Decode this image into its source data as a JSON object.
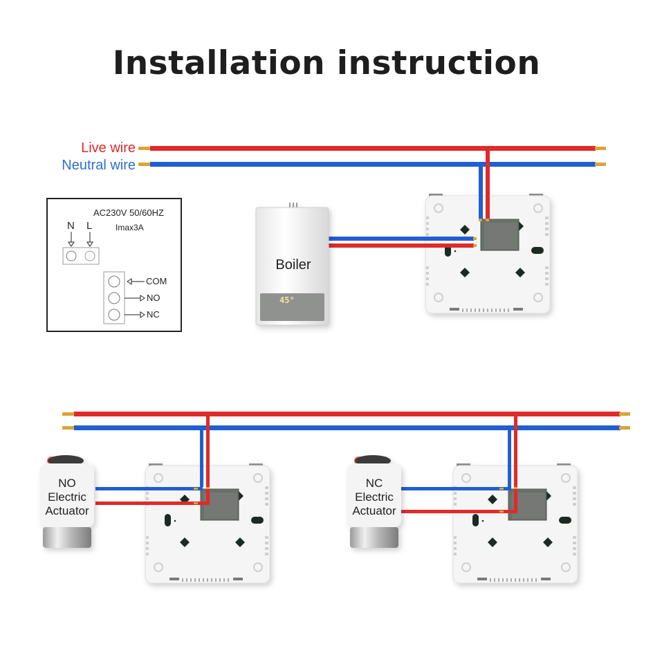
{
  "title": "Installation instruction",
  "wires": {
    "live_label": "Live wire",
    "neutral_label": "Neutral wire",
    "live_color": "#e02a2a",
    "neutral_color": "#1f5fd0",
    "terminal_color": "#d9a53a"
  },
  "spec_panel": {
    "rating": "AC230V 50/60HZ",
    "current": "Imax3A",
    "power_terminals": [
      "N",
      "L"
    ],
    "relay_terminals": [
      "COM",
      "NO",
      "NC"
    ]
  },
  "boiler": {
    "label": "Boiler",
    "display_value": "45°"
  },
  "actuators": [
    {
      "type": "NO",
      "line1": "NO",
      "line2": "Electric",
      "line3": "Actuator"
    },
    {
      "type": "NC",
      "line1": "NC",
      "line2": "Electric",
      "line3": "Actuator"
    }
  ],
  "colors": {
    "plate": "#f4f4f4",
    "plate_edge": "#dcdcdc",
    "terminal_box": "#6b6f6b",
    "screw_hole": "#1f2a24"
  }
}
